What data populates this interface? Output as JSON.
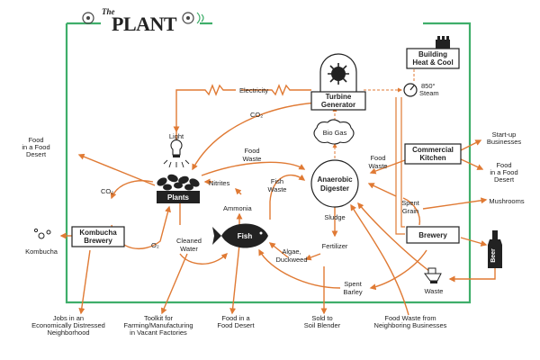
{
  "title": {
    "prefix": "The",
    "main": "PLANT"
  },
  "colors": {
    "frame": "#3fae6a",
    "arrow": "#e07a34",
    "ink": "#222222"
  },
  "nodes": {
    "turbine": {
      "line1": "Turbine",
      "line2": "Generator"
    },
    "building": {
      "line1": "Building",
      "line2": "Heat & Cool"
    },
    "steam": {
      "line1": "850°",
      "line2": "Steam"
    },
    "commercial_kitchen": {
      "line1": "Commercial",
      "line2": "Kitchen"
    },
    "anaerobic_digester": {
      "line1": "Anaerobic",
      "line2": "Digester"
    },
    "plants": "Plants",
    "fish": "Fish",
    "kombucha_brewery": {
      "line1": "Kombucha",
      "line2": "Brewery"
    },
    "brewery": "Brewery",
    "beer": "Beer",
    "bio_gas": "Bio Gas",
    "waste": "Waste"
  },
  "flow_labels": {
    "electricity": "Electricity",
    "co2_top": "CO₂",
    "light": "Light",
    "food_waste_plants": {
      "line1": "Food",
      "line2": "Waste"
    },
    "food_waste_kitchen": {
      "line1": "Food",
      "line2": "Waste"
    },
    "nitrites": "Nitrites",
    "fish_waste": {
      "line1": "Fish",
      "line2": "Waste"
    },
    "ammonia": "Ammonia",
    "co2_left": "CO₂",
    "o2": "O₂",
    "cleaned_water": {
      "line1": "Cleaned",
      "line2": "Water"
    },
    "sludge": "Sludge",
    "fertilizer": "Fertilizer",
    "algae": {
      "line1": "Algae,",
      "line2": "Duckweed"
    },
    "spent_grain": {
      "line1": "Spent",
      "line2": "Grain"
    },
    "spent_barley": {
      "line1": "Spent",
      "line2": "Barley"
    }
  },
  "outputs": {
    "food_desert_left": {
      "line1": "Food",
      "line2": "in a Food",
      "line3": "Desert"
    },
    "kombucha": "Kombucha",
    "startup": {
      "line1": "Start-up",
      "line2": "Businesses"
    },
    "food_desert_right": {
      "line1": "Food",
      "line2": "in a Food",
      "line3": "Desert"
    },
    "mushrooms": "Mushrooms",
    "jobs": {
      "line1": "Jobs in an",
      "line2": "Economically Distressed",
      "line3": "Neighborhood"
    },
    "toolkit": {
      "line1": "Toolkit for",
      "line2": "Farming/Manufacturing",
      "line3": "in Vacant Factories"
    },
    "food_desert_bottom": {
      "line1": "Food in a",
      "line2": "Food Desert"
    },
    "soil_blender": {
      "line1": "Sold to",
      "line2": "Soil Blender"
    },
    "food_waste_neighbors": {
      "line1": "Food Waste from",
      "line2": "Neighboring Businesses"
    }
  }
}
